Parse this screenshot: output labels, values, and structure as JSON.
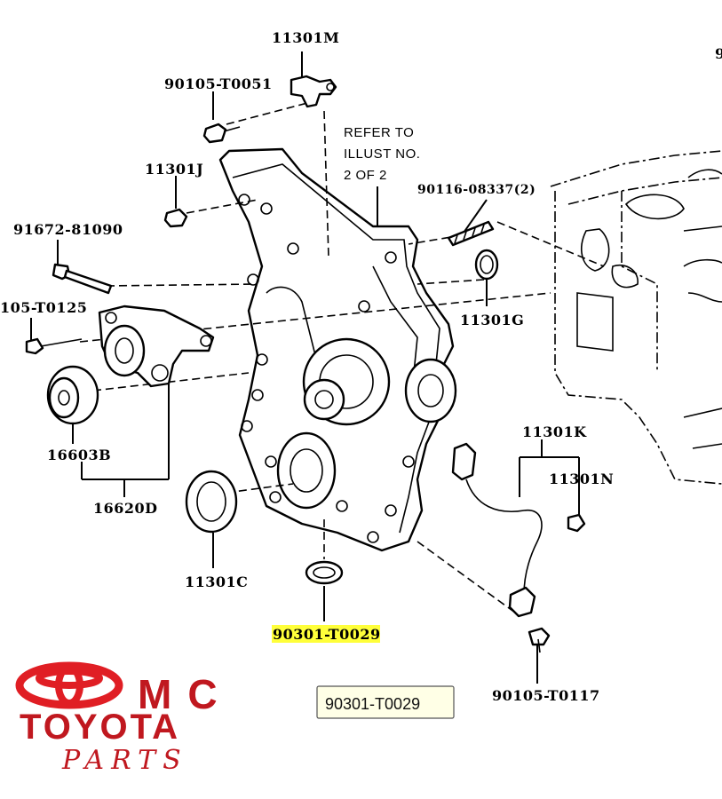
{
  "callouts": {
    "sensor_top": "11301M",
    "bolt_top": "90105-T0051",
    "refer_line1": "REFER TO",
    "refer_line2": "ILLUST NO.",
    "refer_line3": "2 OF 2",
    "nut_j": "11301J",
    "stud": "90116-08337(2)",
    "bolt_long": "91672-81090",
    "oring_g": "11301G",
    "bolt_left": "105-T0125",
    "idler": "16603B",
    "tensioner_assy": "16620D",
    "sensor_k": "11301K",
    "bolt_n": "11301N",
    "seal_c": "11301C",
    "highlighted_part": "90301-T0029",
    "bolt_bottom": "90105-T0117",
    "edge_char": "9"
  },
  "tooltip": {
    "text": "90301-T0029"
  },
  "logo": {
    "line1": "MC",
    "line2": "TOYOTA",
    "line3": "PARTS"
  },
  "colors": {
    "highlight": "#ffff3a",
    "brand_red": "#c0181f",
    "tooltip_bg": "#ffffe6"
  }
}
